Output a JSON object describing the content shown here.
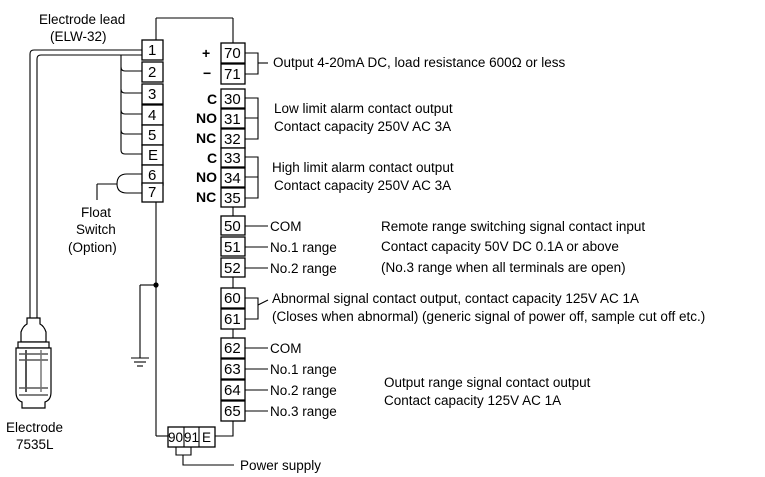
{
  "electrode_lead": {
    "title": "Electrode lead",
    "model": "(ELW-32)"
  },
  "left_terminals": [
    "1",
    "2",
    "3",
    "4",
    "5",
    "E",
    "6",
    "7"
  ],
  "float_switch": [
    "Float",
    "Switch",
    "(Option)"
  ],
  "electrode": {
    "title": "Electrode",
    "model": "7535L"
  },
  "output_terminals": {
    "plus_symbol": "+",
    "minus_symbol": "−",
    "t70": "70",
    "t71": "71",
    "label": "Output 4-20mA DC, load resistance 600Ω or less"
  },
  "low_alarm": {
    "markers": [
      "C",
      "NO",
      "NC"
    ],
    "terminals": [
      "30",
      "31",
      "32"
    ],
    "line1": "Low limit alarm contact output",
    "line2": "Contact capacity 250V AC 3A"
  },
  "high_alarm": {
    "markers": [
      "C",
      "NO",
      "NC"
    ],
    "terminals": [
      "33",
      "34",
      "35"
    ],
    "line1": "High limit alarm contact output",
    "line2": "Contact capacity 250V AC 3A"
  },
  "remote_range": {
    "terminals": [
      "50",
      "51",
      "52"
    ],
    "labels": [
      "COM",
      "No.1 range",
      "No.2 range"
    ],
    "desc1": "Remote range switching signal contact input",
    "desc2": "Contact capacity 50V DC 0.1A or above",
    "desc3": "(No.3 range when all terminals are open)"
  },
  "abnormal": {
    "terminals": [
      "60",
      "61"
    ],
    "line1": "Abnormal signal contact output, contact capacity 125V AC 1A",
    "line2": "(Closes when abnormal) (generic signal of power off, sample cut off etc.)"
  },
  "output_range": {
    "terminals": [
      "62",
      "63",
      "64",
      "65"
    ],
    "labels": [
      "COM",
      "No.1 range",
      "No.2 range",
      "No.3 range"
    ],
    "desc1": "Output range signal contact output",
    "desc2": "Contact capacity 125V AC 1A"
  },
  "power": {
    "terminals": [
      "90",
      "91",
      "E"
    ],
    "label": "Power supply"
  }
}
